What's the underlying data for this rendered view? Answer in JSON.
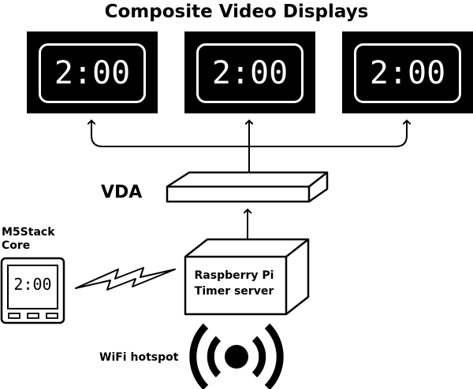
{
  "title": "Composite Video Displays",
  "displays": [
    {
      "time": "2:00"
    },
    {
      "time": "2:00"
    },
    {
      "time": "2:00"
    }
  ],
  "vda": {
    "label": "VDA"
  },
  "pi": {
    "line1": "Raspberry Pi",
    "line2": "Timer server"
  },
  "m5stack": {
    "line1": "M5Stack",
    "line2": "Core",
    "time": "2:00"
  },
  "wifi": {
    "label": "WiFi hotspot"
  }
}
